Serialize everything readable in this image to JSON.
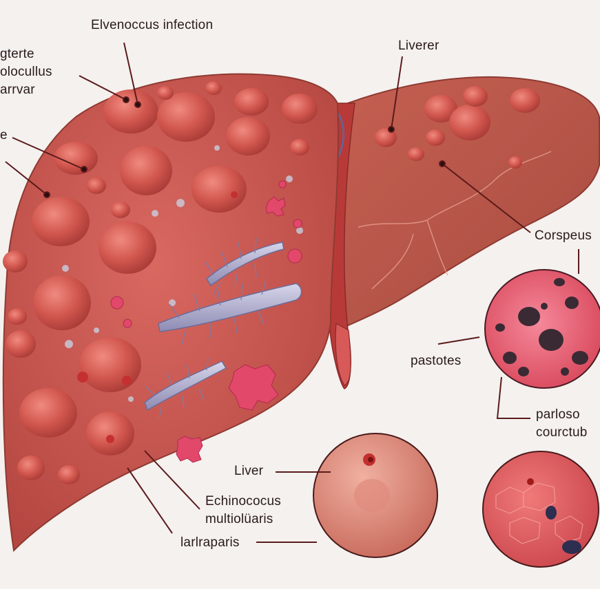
{
  "labels": {
    "elvenoccus": "Elvenoccus infection",
    "gterte_line1": "gterte",
    "gterte_line2": "olocullus",
    "gterte_line3": "arrvar",
    "e_label": "e",
    "liverer": "Liverer",
    "corspeus": "Corspeus",
    "pastotes": "pastotes",
    "parloso_line1": "parloso",
    "parloso_line2": "courctub",
    "liver": "Liver",
    "echinococus_line1": "Echinococus",
    "echinococus_line2": "multiolüaris",
    "larlraparis": "larlraparis"
  },
  "colors": {
    "liver_left": "#c9564f",
    "liver_right": "#b8574a",
    "cyst": "#d2584f",
    "worm": "#a9a8c8",
    "inset_top": "#ea6a7a",
    "inset_middle": "#d98978",
    "inset_bottom": "#e45a5e",
    "leader_line": "#5a1a1a"
  }
}
